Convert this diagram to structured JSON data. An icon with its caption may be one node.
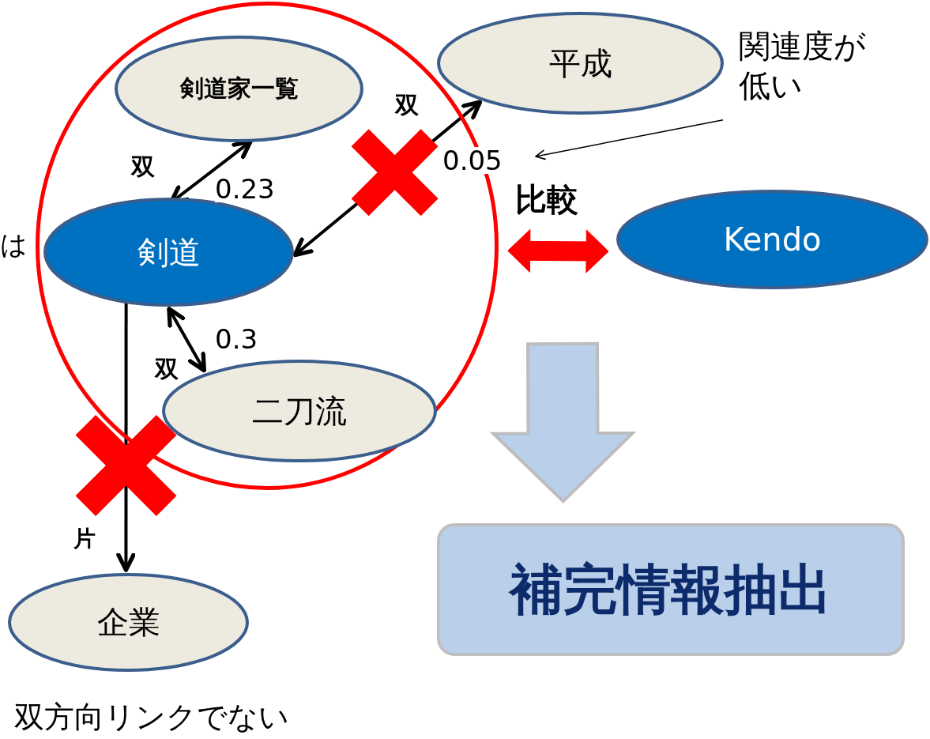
{
  "diagram": {
    "nodes": [
      {
        "text": [],
        "shape": "circle"
      },
      {
        "text": [
          "剣道家一覧"
        ],
        "in": 0
      },
      {
        "text": [
          "平成"
        ]
      },
      {
        "text": [
          "剣道"
        ],
        "in": 0
      },
      {
        "text": [
          "二刀流"
        ],
        "in": 0
      },
      {
        "text": [
          "Kendo"
        ]
      },
      {
        "text": [
          "企業"
        ]
      },
      {
        "text": [
          "補完情報抽出"
        ]
      },
      {
        "text": [
          "関連度が低い"
        ]
      }
    ],
    "edges": [
      {
        "from": 3,
        "to": 1,
        "arrow": "both",
        "label": "0.23"
      },
      {
        "from": 3,
        "to": 2,
        "arrow": "both",
        "label": "0.05"
      },
      {
        "from": 3,
        "to": 4,
        "arrow": "both",
        "label": "0.3"
      },
      {
        "from": 3,
        "to": 6,
        "arrow": "to"
      },
      {
        "from": 0,
        "to": 5,
        "arrow": "both",
        "label": "比較",
        "style": "thick",
        "color": "#ff0000"
      },
      {
        "from": null,
        "to": 7,
        "arrow": "to",
        "style": "thick",
        "color": "#b9cfea"
      },
      {
        "from": 8,
        "to": null,
        "arrow": "to"
      }
    ],
    "labels": [
      "双",
      "は",
      "双",
      "双",
      "片",
      "双方向リンクでない"
    ]
  }
}
